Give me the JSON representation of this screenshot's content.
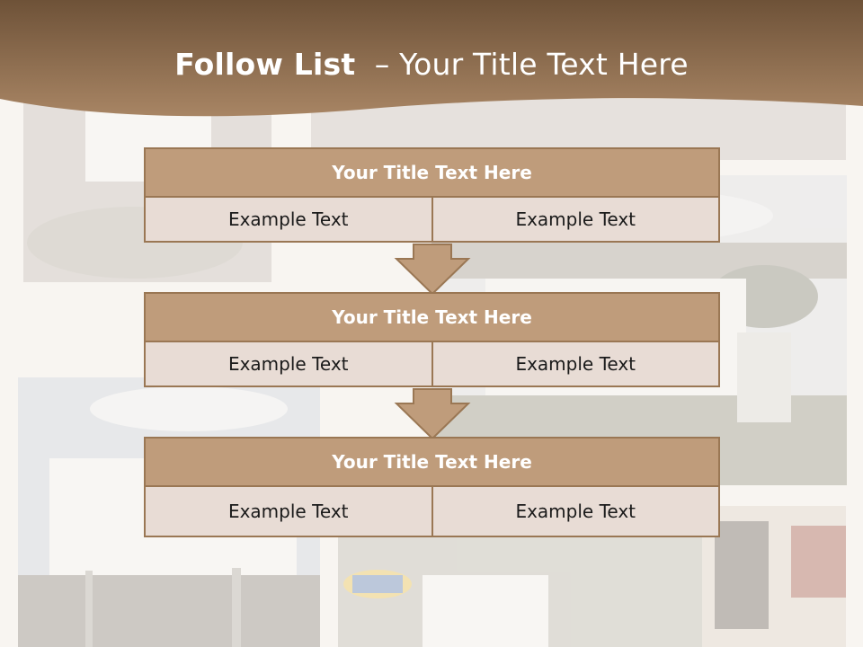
{
  "slide": {
    "title_bold": "Follow List",
    "title_rest": "  – Your Title Text Here"
  },
  "colors": {
    "header_brown": "#7d5f42",
    "box_head": "#bf9c7b",
    "box_border": "#9a7754",
    "cell_fill": "#e8dcd5"
  },
  "steps": [
    {
      "title": "Your Title Text Here",
      "left": "Example Text",
      "right": "Example Text"
    },
    {
      "title": "Your Title Text Here",
      "left": "Example Text",
      "right": "Example Text"
    },
    {
      "title": "Your Title Text Here",
      "left": "Example Text",
      "right": "Example Text"
    }
  ]
}
